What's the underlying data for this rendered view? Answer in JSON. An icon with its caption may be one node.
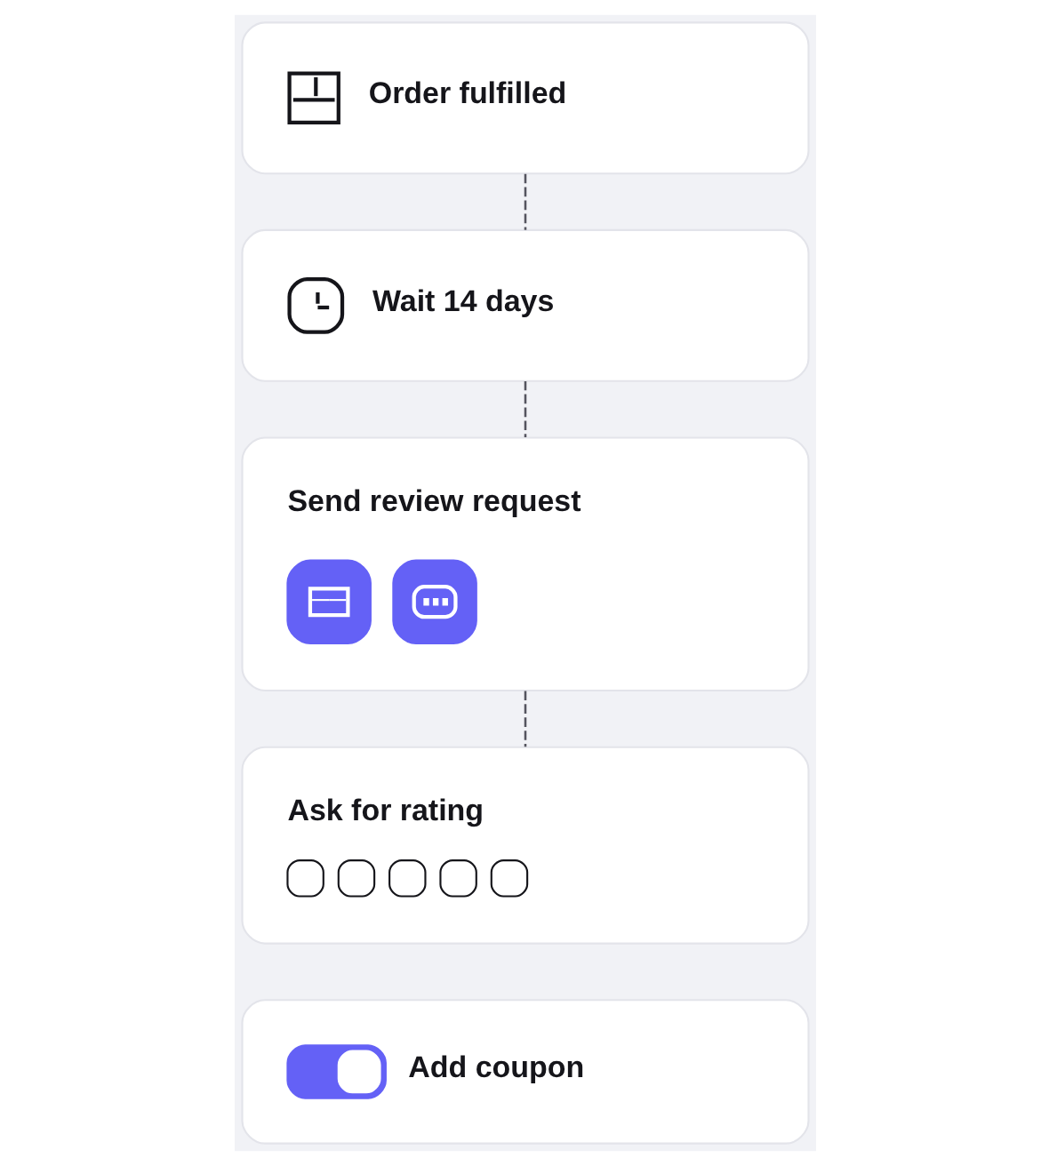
{
  "diagram": {
    "nodes": [
      {
        "text": [
          "Order fulfilled"
        ]
      },
      {
        "text": [
          "Wait 14 days"
        ]
      },
      {
        "text": [
          "Send review request"
        ]
      },
      {
        "text": [
          "Ask for rating"
        ]
      },
      {
        "text": [
          "Add coupon"
        ]
      }
    ],
    "edges": [
      {
        "from": 0,
        "to": 1,
        "arrow": "none",
        "style": "dashed"
      },
      {
        "from": 1,
        "to": 2,
        "arrow": "none",
        "style": "dashed"
      },
      {
        "from": 2,
        "to": 3,
        "arrow": "none",
        "style": "dashed"
      }
    ]
  }
}
